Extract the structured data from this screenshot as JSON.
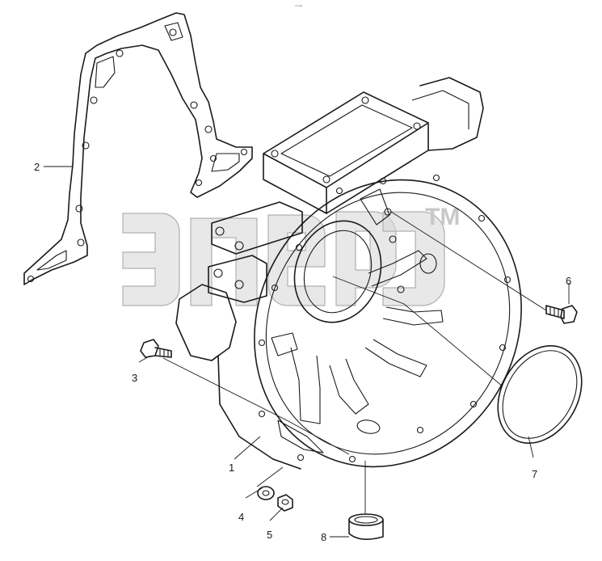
{
  "diagram": {
    "top_mark": "⁹⁹ ᵃᵃᵃ",
    "watermark": "TM",
    "callouts": [
      {
        "id": "1",
        "label": "1"
      },
      {
        "id": "2",
        "label": "2"
      },
      {
        "id": "3",
        "label": "3"
      },
      {
        "id": "4",
        "label": "4"
      },
      {
        "id": "5",
        "label": "5"
      },
      {
        "id": "6",
        "label": "6"
      },
      {
        "id": "7",
        "label": "7"
      },
      {
        "id": "8",
        "label": "8"
      }
    ]
  }
}
